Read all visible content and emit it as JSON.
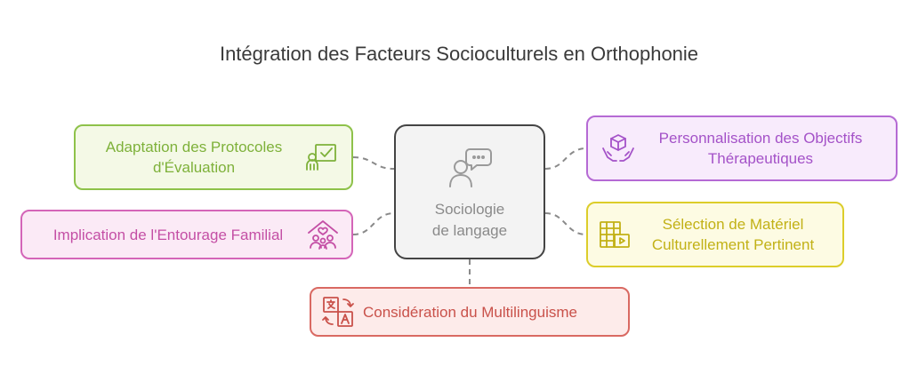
{
  "diagram": {
    "title": "Intégration des Facteurs Socioculturels en Orthophonie",
    "center": {
      "line1": "Sociologie",
      "line2": "de langage",
      "icon": "person-speech-bubble-icon"
    },
    "nodes": {
      "adaptation": {
        "line1": "Adaptation des Protocoles",
        "line2": "d'Évaluation",
        "icon": "evaluation-checklist-icon",
        "color": "#8ec24a"
      },
      "implication": {
        "text": "Implication de l'Entourage Familial",
        "icon": "family-home-icon",
        "color": "#d465b8"
      },
      "personnalisation": {
        "line1": "Personnalisation des Objectifs",
        "line2": "Thérapeutiques",
        "icon": "hands-holding-box-icon",
        "color": "#b56ad4"
      },
      "selection": {
        "line1": "Sélection de Matériel",
        "line2": "Culturellement Pertinent",
        "icon": "film-media-icon",
        "color": "#dccd2a"
      },
      "multilinguisme": {
        "text": "Considération du Multilinguisme",
        "icon": "translate-icon",
        "color": "#d96962"
      }
    }
  }
}
